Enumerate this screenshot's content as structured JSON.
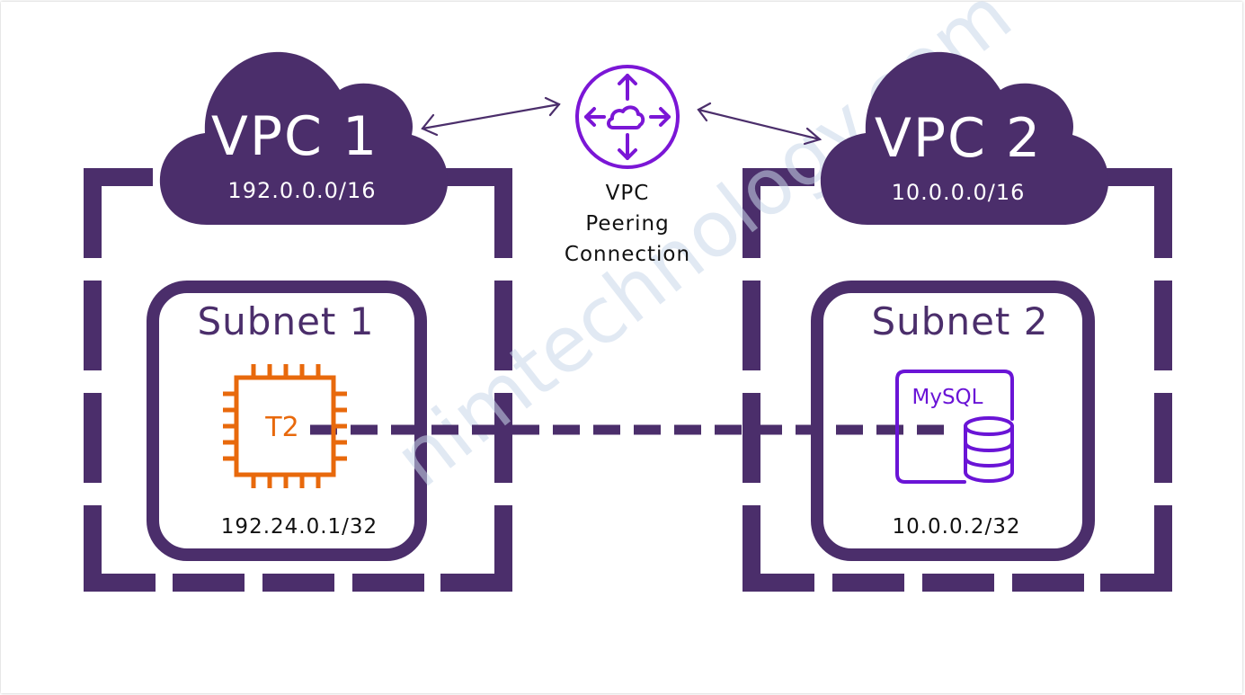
{
  "colors": {
    "vpc_purple": "#4b2e6b",
    "peering_icon": "#7b16d6",
    "ec2_orange": "#e8690c",
    "mysql_purple": "#6a14d6",
    "text_dark": "#111111",
    "watermark": "#c9d8ea"
  },
  "vpcs": [
    {
      "title": "VPC 1",
      "cidr": "192.0.0.0/16",
      "subnet": {
        "title": "Subnet 1",
        "resource": {
          "type": "EC2 instance",
          "icon": "chip-icon",
          "label": "T2"
        },
        "ip": "192.24.0.1/32"
      }
    },
    {
      "title": "VPC 2",
      "cidr": "10.0.0.0/16",
      "subnet": {
        "title": "Subnet 2",
        "resource": {
          "type": "MySQL database",
          "icon": "database-icon",
          "label": "MySQL"
        },
        "ip": "10.0.0.2/32"
      }
    }
  ],
  "peering": {
    "icon": "router-cloud-icon",
    "label_lines": [
      "VPC",
      "Peering",
      "Connection"
    ]
  },
  "watermark": "nimtechnology.com"
}
